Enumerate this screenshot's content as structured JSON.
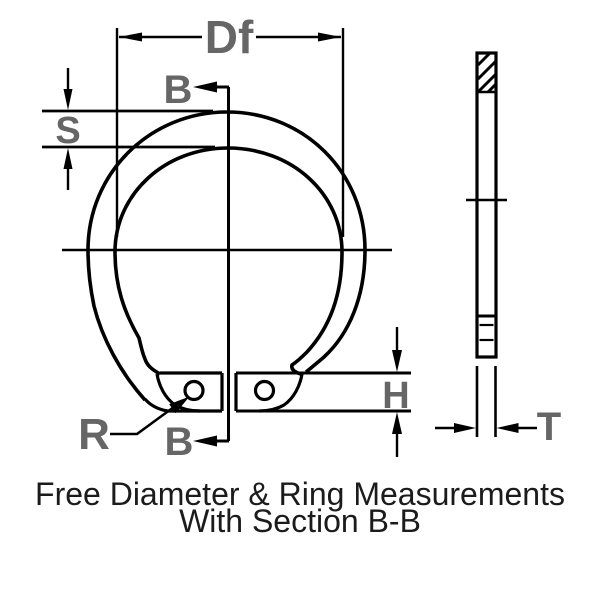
{
  "diagram": {
    "caption": {
      "line1": "Free Diameter & Ring Measurements",
      "line2": "With Section B-B"
    },
    "dimension_labels": {
      "free_diameter": "Df",
      "section": "B",
      "radial_width": "S",
      "lug_hole": "R",
      "lug_height": "H",
      "thickness": "T"
    },
    "colors": {
      "line": "#000000",
      "label": "#666666",
      "caption": "#1b1b1b",
      "background": "#ffffff"
    }
  }
}
